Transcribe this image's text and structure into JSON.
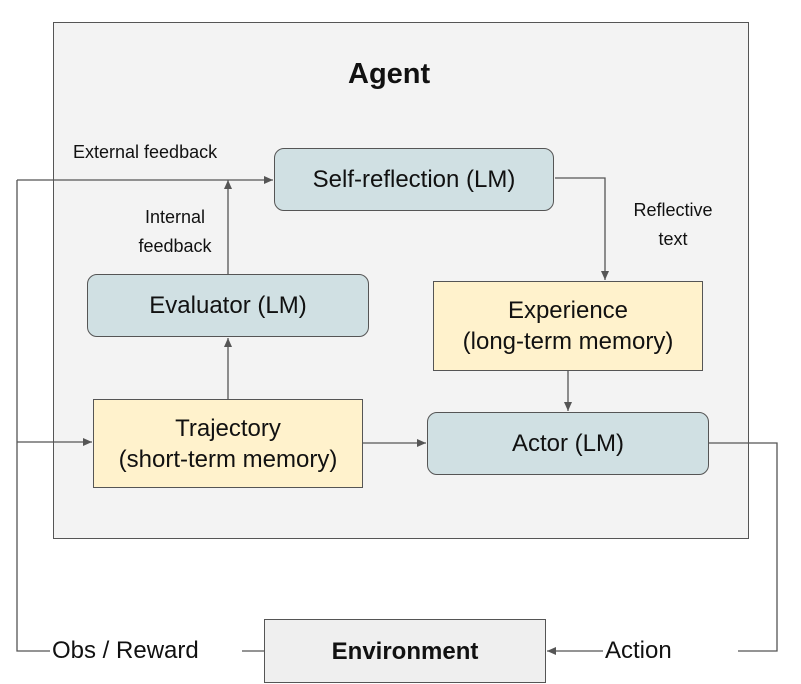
{
  "agent": {
    "title": "Agent",
    "self_reflection": "Self-reflection (LM)",
    "evaluator": "Evaluator (LM)",
    "experience": {
      "title": "Experience",
      "subtitle": "(long-term memory)"
    },
    "trajectory": {
      "title": "Trajectory",
      "subtitle": "(short-term memory)"
    },
    "actor": "Actor (LM)"
  },
  "labels": {
    "external_feedback": "External feedback",
    "internal_feedback_1": "Internal",
    "internal_feedback_2": "feedback",
    "reflective_text_1": "Reflective",
    "reflective_text_2": "text",
    "obs_reward": "Obs / Reward",
    "action": "Action"
  },
  "environment": "Environment",
  "colors": {
    "model_box": "#d0e0e3",
    "memory_box": "#fff2cc",
    "agent_panel": "#f3f3f3",
    "environment_box": "#efefef",
    "line": "#555555"
  }
}
